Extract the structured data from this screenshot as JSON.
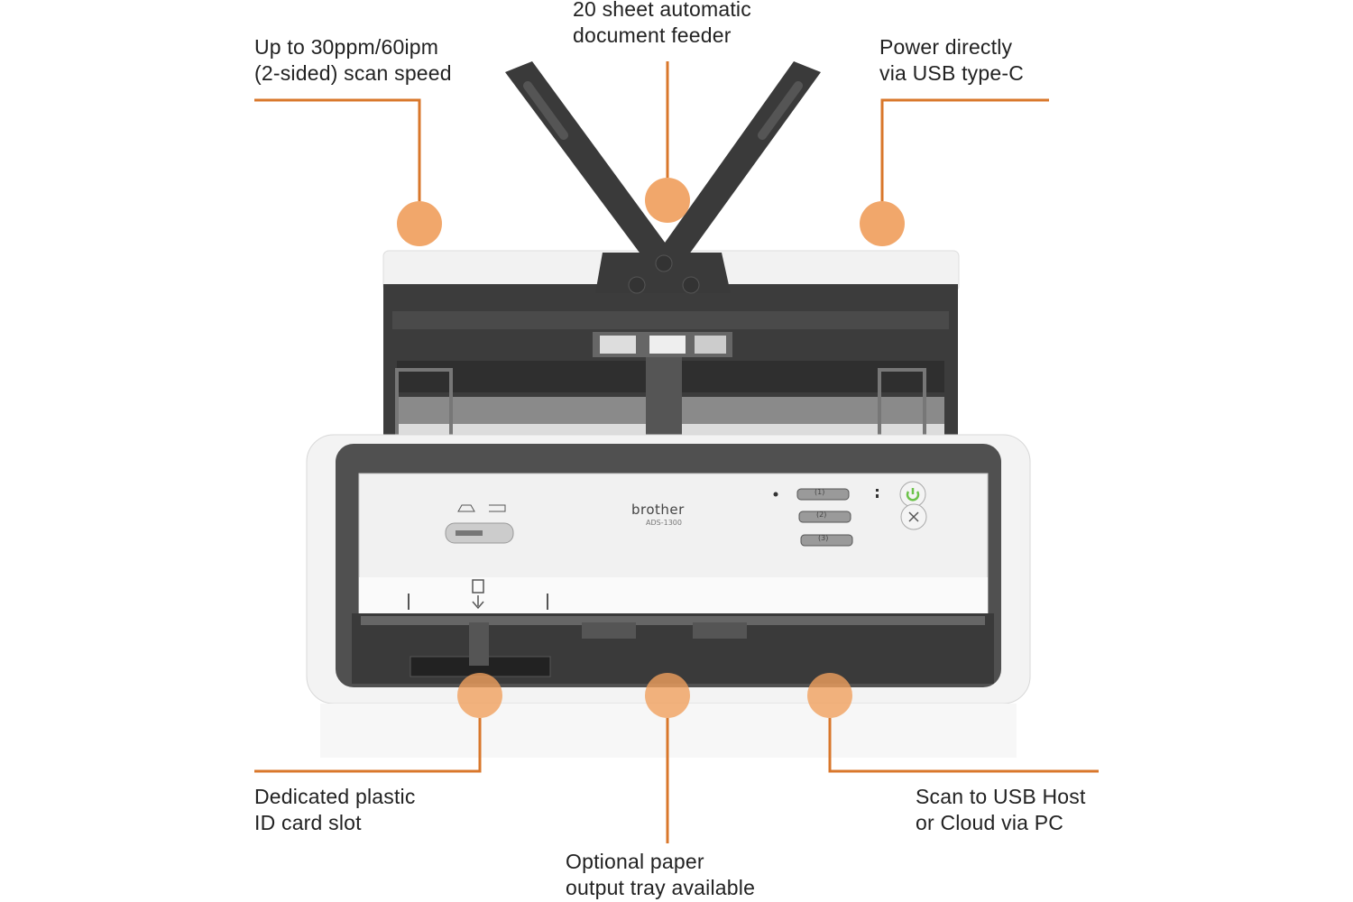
{
  "product": {
    "brand": "brother",
    "model": "ADS-1300"
  },
  "colors": {
    "accent": "#d9772b",
    "dot": "#f0a05e",
    "body": "#f4f4f4",
    "dark": "#4a4a4a",
    "power_led": "#6cc24a"
  },
  "callouts": [
    {
      "id": "scan-speed",
      "lines": [
        "Up to 30ppm/60ipm",
        "(2-sided) scan speed"
      ]
    },
    {
      "id": "adf",
      "lines": [
        "20 sheet automatic",
        "document feeder"
      ]
    },
    {
      "id": "usb-c",
      "lines": [
        "Power directly",
        "via USB type-C"
      ]
    },
    {
      "id": "id-card",
      "lines": [
        "Dedicated plastic",
        "ID card slot"
      ]
    },
    {
      "id": "output-tray",
      "lines": [
        "Optional paper",
        "output tray available"
      ]
    },
    {
      "id": "scan-to-usb",
      "lines": [
        "Scan to USB Host",
        "or Cloud via PC"
      ]
    }
  ],
  "panel_buttons": [
    "(1)",
    "(2)",
    "(3)"
  ]
}
